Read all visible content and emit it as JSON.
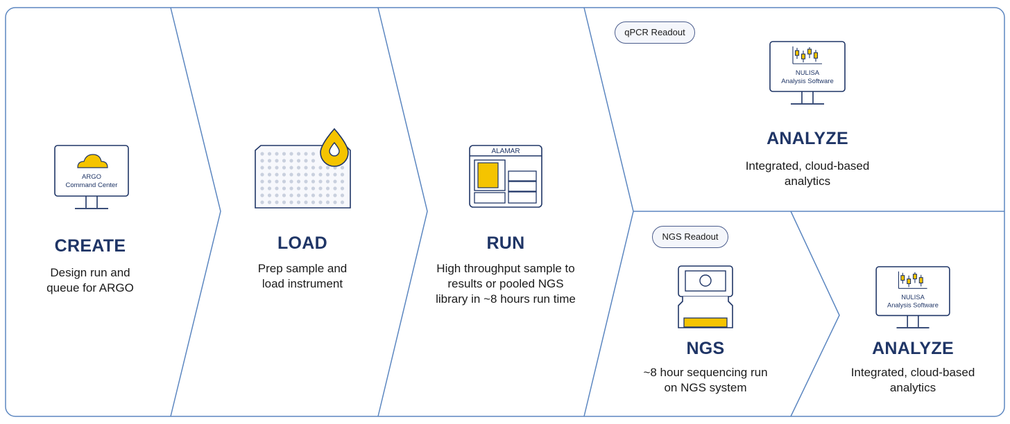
{
  "colors": {
    "outline": "#5b86c0",
    "navy": "#1f3566",
    "yellow": "#f5c400",
    "panel": "#ffffff",
    "dots": "#c9d0de"
  },
  "steps": {
    "create": {
      "title": "CREATE",
      "desc_line1": "Design run and",
      "desc_line2": "queue for ARGO",
      "icon": "cloud-monitor-icon",
      "monitor_line1": "ARGO",
      "monitor_line2": "Command Center"
    },
    "load": {
      "title": "LOAD",
      "desc_line1": "Prep sample and",
      "desc_line2": "load instrument",
      "icon": "plate-droplet-icon"
    },
    "run": {
      "title": "RUN",
      "desc_line1": "High throughput sample to",
      "desc_line2": "results or pooled NGS",
      "desc_line3": "library in ~8 hours run time",
      "icon": "instrument-icon",
      "instrument_label": "ALAMAR"
    },
    "analyze_qpcr": {
      "badge": "qPCR Readout",
      "title": "ANALYZE",
      "desc_line1": "Integrated, cloud-based",
      "desc_line2": "analytics",
      "icon": "analysis-monitor-icon",
      "monitor_line1": "NULISA",
      "monitor_line2": "Analysis Software"
    },
    "ngs": {
      "badge": "NGS Readout",
      "title": "NGS",
      "desc_line1": "~8 hour sequencing run",
      "desc_line2": "on NGS system",
      "icon": "sequencer-icon"
    },
    "analyze_ngs": {
      "title": "ANALYZE",
      "desc_line1": "Integrated, cloud-based",
      "desc_line2": "analytics",
      "icon": "analysis-monitor-icon",
      "monitor_line1": "NULISA",
      "monitor_line2": "Analysis Software"
    }
  }
}
